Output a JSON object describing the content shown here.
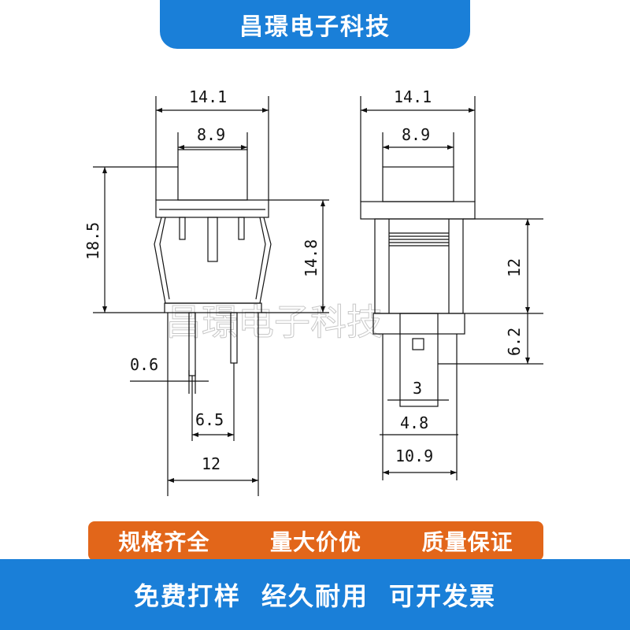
{
  "header": {
    "title": "昌璟电子科技"
  },
  "watermark": "昌璟电子科技",
  "left_view": {
    "width_top": "14.1",
    "width_inner": "8.9",
    "height_total": "18.5",
    "height_body": "14.8",
    "pin_thickness": "0.6",
    "pin_spacing": "6.5",
    "width_bottom": "12"
  },
  "right_view": {
    "width_top": "14.1",
    "width_inner": "8.9",
    "height_body": "12",
    "pin_length": "6.2",
    "slot_width": "3",
    "pin_width": "4.8",
    "width_bottom": "10.9"
  },
  "features": [
    "规格齐全",
    "量大价优",
    "质量保证"
  ],
  "footer": [
    "免费打样",
    "经久耐用",
    "可开发票"
  ],
  "colors": {
    "blue": "#1a7fd8",
    "orange": "#e2661a"
  }
}
